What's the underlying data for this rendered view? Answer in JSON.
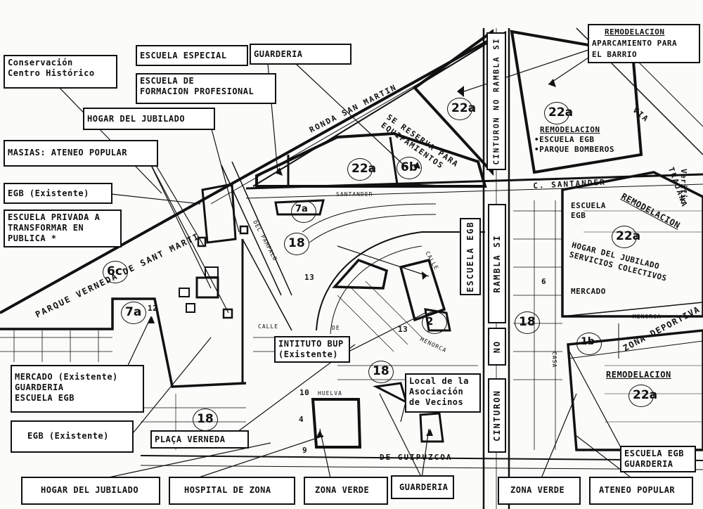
{
  "labels": {
    "conservacion": [
      "Conservación",
      "Centro Histórico"
    ],
    "escuela_especial": "ESCUELA ESPECIAL",
    "guarderia_top": "GUARDERIA",
    "formacion_profesional": [
      "ESCUELA DE",
      "FORMACION PROFESIONAL"
    ],
    "hogar_jubilado_top": "HOGAR DEL JUBILADO",
    "masias": "MASIAS: ATENEO POPULAR",
    "egb_existente_top": "EGB (Existente)",
    "escuela_privada": [
      "ESCUELA PRIVADA A",
      "TRANSFORMAR EN",
      "PUBLICA *"
    ],
    "mercado_existente": [
      "MERCADO (Existente)",
      "GUARDERIA",
      "ESCUELA EGB"
    ],
    "egb_existente_bottom": "EGB (Existente)",
    "placa_verneda": "PLAÇA VERNEDA",
    "instituto_bup": [
      "INTITUTO BUP",
      "(Existente)"
    ],
    "local_asociacion": [
      "Local de la",
      "Asociación",
      "de Vecinos"
    ],
    "hogar_jubilado_bottom": "HOGAR DEL JUBILADO",
    "hospital_zona": "HOSPITAL DE ZONA",
    "zona_verde_left": "ZONA VERDE",
    "guarderia_bottom": "GUARDERIA",
    "zona_verde_right": "ZONA VERDE",
    "ateneo_popular": "ATENEO POPULAR",
    "escuela_egb_guarderia": [
      "ESCUELA EGB",
      "GUARDERIA"
    ],
    "remodelacion_top": [
      "REMODELACION",
      "APARCAMIENTO PARA",
      "EL BARRIO"
    ],
    "remodelacion_mid": [
      "REMODELACION",
      "•ESCUELA EGB",
      "•PARQUE BOMBEROS"
    ],
    "se_reserva": [
      "SE RESERVA PARA",
      "EQUIPAMIENTOS"
    ],
    "remodelacion_right": "REMODELACION",
    "escuela_egb_right": [
      "ESCUELA",
      "EGB"
    ],
    "hogar_servicios": [
      "HOGAR DEL JUBILADO",
      "SERVICIOS COLECTIVOS"
    ],
    "mercado_right": "MERCADO",
    "zona_deportiva": "ZONA DEPORTIVA",
    "remodelacion_bottom": "REMODELACION",
    "escuela_egb_vert": "ESCUELA EGB",
    "rambla_si": "RAMBLA SI",
    "no": "NO",
    "cinturon_bottom": "CINTURON",
    "cinturon_top": "CINTURON NO RAMBLA SI",
    "verficacion": "Verific"
  },
  "streets": {
    "ronda": "RONDA SAN MARTIN",
    "parque": "PARQUE VERNEDA DE SANT MARTI",
    "santander": "C. SANTANDER",
    "santander_small": "SANTANDER",
    "via": "VIA",
    "trajana": "TRAJANA",
    "guipuzcoa": "DE GUIPUZCOA",
    "calle": "CALLE",
    "calle_de": "DE",
    "huelva": "HUELVA",
    "menorca": "MENORCA",
    "menorca_right": "MENORCA",
    "pampalo": "DEL PAMPALO",
    "casa": "CASA",
    "calle_small": "CALLE"
  },
  "zones": {
    "z22a_top": "22a",
    "z22a_top2": "22a",
    "z22a_mid": "22a",
    "z6b": "6b",
    "z7a": "7a",
    "z6c": "6c",
    "z7a_small": "7a",
    "z18_left": "18",
    "z18_center": "18",
    "z18_right": "18",
    "z18_bottom": "18",
    "z22a_right": "22a",
    "z22a_bottom": "22a",
    "z1b": "1b",
    "z2": "2",
    "num13": "13",
    "num13b": "13",
    "num12": "12",
    "num10": "10",
    "num9": "9",
    "num6": "6",
    "num4": "4"
  },
  "colors": {
    "ink": "#111111",
    "paper": "#fbfbf9"
  }
}
